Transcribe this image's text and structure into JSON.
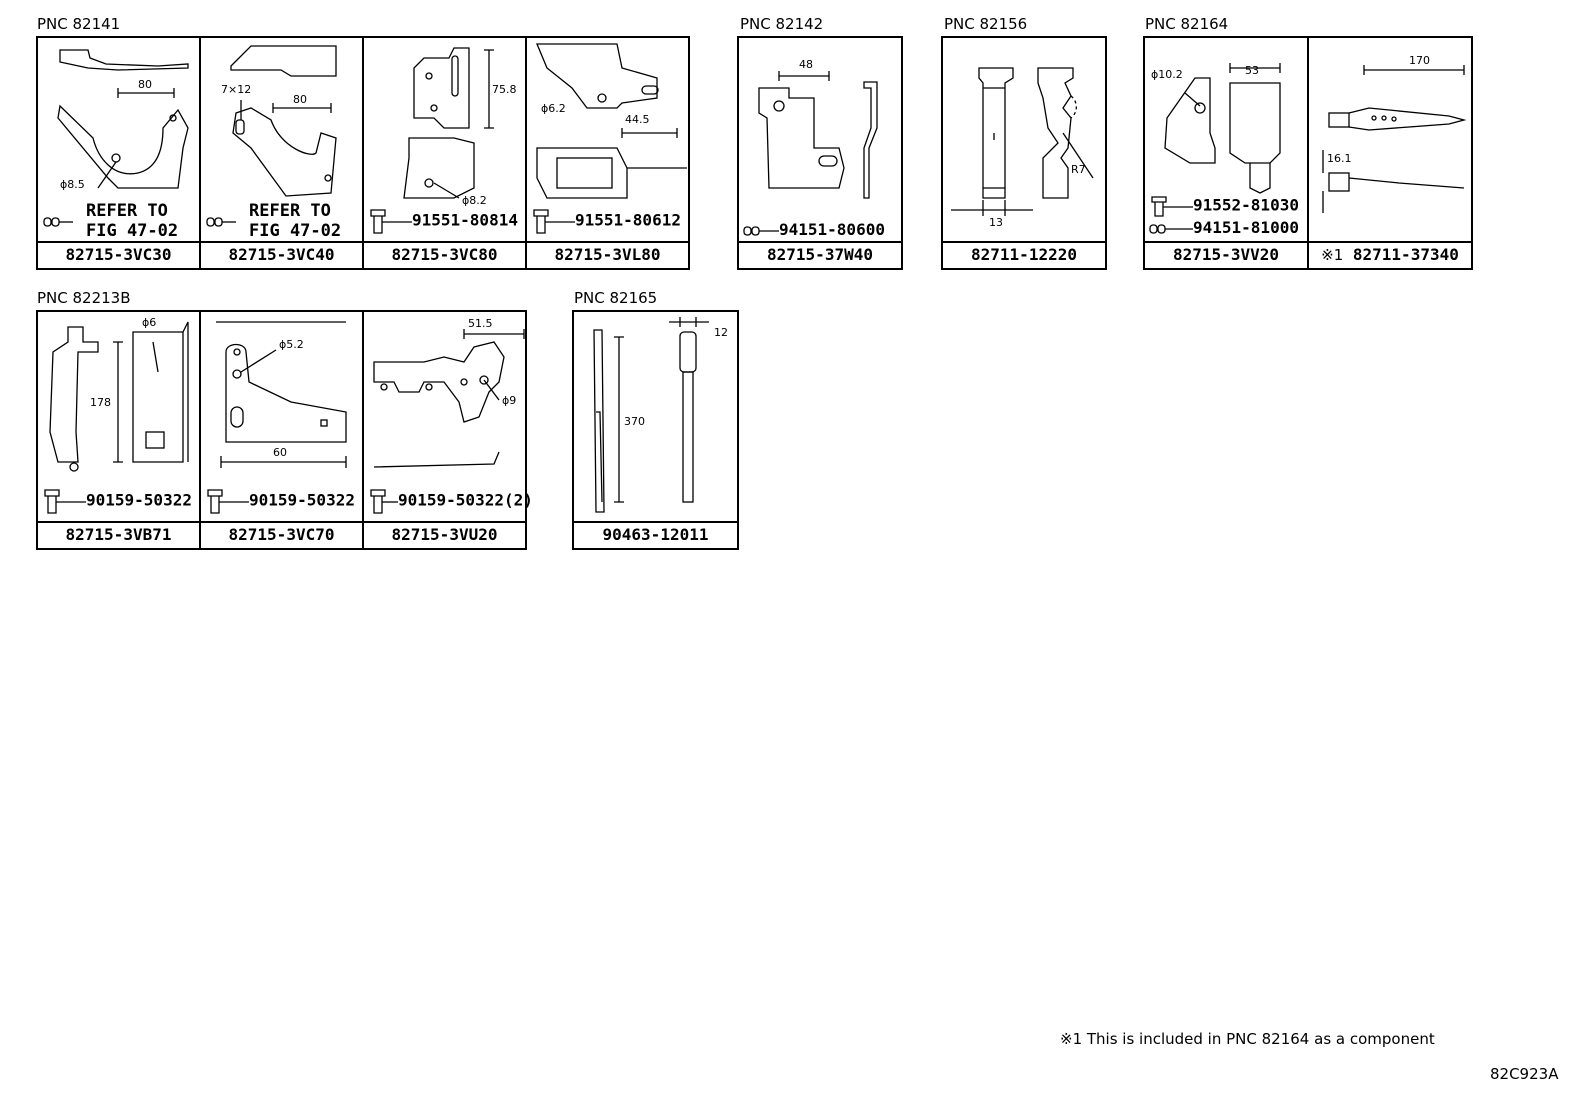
{
  "groups": {
    "g82141": {
      "pnc": "PNC 82141"
    },
    "g82142": {
      "pnc": "PNC 82142"
    },
    "g82156": {
      "pnc": "PNC 82156"
    },
    "g82164": {
      "pnc": "PNC 82164"
    },
    "g82213b": {
      "pnc": "PNC 82213B"
    },
    "g82165": {
      "pnc": "PNC 82165"
    }
  },
  "parts": {
    "p3vc30": {
      "number": "82715-3VC30",
      "ref_line1": "REFER TO",
      "ref_line2": "FIG 47-02",
      "dims": [
        "80",
        "ϕ8.5"
      ]
    },
    "p3vc40": {
      "number": "82715-3VC40",
      "ref_line1": "REFER TO",
      "ref_line2": "FIG 47-02",
      "dims": [
        "7×12",
        "80"
      ]
    },
    "p3vc80": {
      "number": "82715-3VC80",
      "fastener": "91551-80814",
      "dims": [
        "75.8",
        "ϕ8.2"
      ]
    },
    "p3vl80": {
      "number": "82715-3VL80",
      "fastener": "91551-80612",
      "dims": [
        "ϕ6.2",
        "44.5"
      ]
    },
    "p37w40": {
      "number": "82715-37W40",
      "fastener": "94151-80600",
      "dims": [
        "48"
      ]
    },
    "p12220": {
      "number": "82711-12220",
      "dims": [
        "13",
        "R7"
      ]
    },
    "p3vv20": {
      "number": "82715-3VV20",
      "fastener1": "91552-81030",
      "fastener2": "94151-81000",
      "dims": [
        "ϕ10.2",
        "53"
      ]
    },
    "p37340": {
      "mark": "※1",
      "number": "82711-37340",
      "dims": [
        "170",
        "16.1"
      ]
    },
    "p3vb71": {
      "number": "82715-3VB71",
      "fastener": "90159-50322",
      "dims": [
        "ϕ6",
        "178"
      ]
    },
    "p3vc70": {
      "number": "82715-3VC70",
      "fastener": "90159-50322",
      "dims": [
        "ϕ5.2",
        "60"
      ]
    },
    "p3vu20": {
      "number": "82715-3VU20",
      "fastener": "90159-50322(2)",
      "dims": [
        "51.5",
        "ϕ9"
      ]
    },
    "p12011": {
      "number": "90463-12011",
      "dims": [
        "12",
        "370"
      ]
    }
  },
  "footnote": "※1 This is included in PNC 82164 as a component",
  "figure_code": "82C923A"
}
